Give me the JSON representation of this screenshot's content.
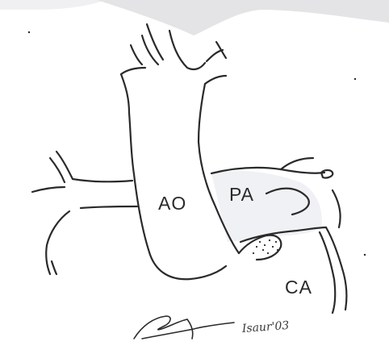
{
  "labels": {
    "aorta": "AO",
    "pulmonary_artery": "PA",
    "coronary_artery": "CA"
  },
  "signature": {
    "date_text": "Isaur'03"
  },
  "colors": {
    "ink": "#2a2a2a",
    "shading": "#e9e9ec",
    "paper": "#ffffff"
  }
}
